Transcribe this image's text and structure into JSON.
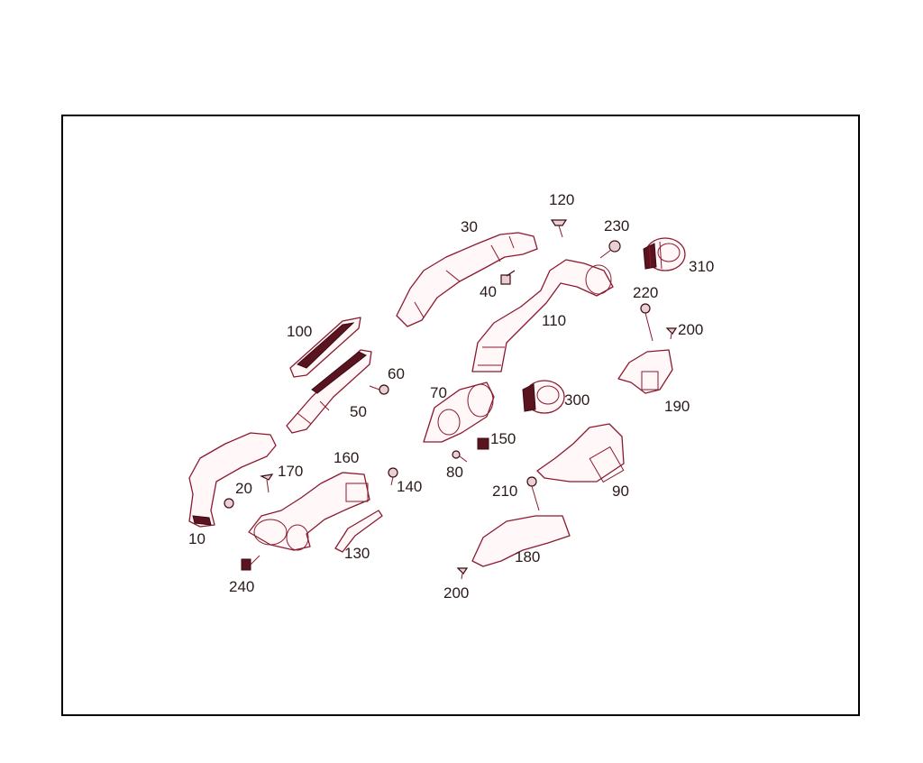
{
  "colors": {
    "line": "#8b1a2e",
    "fill": "#fff7f8",
    "frame": "#000000",
    "label": "#2a1a1a"
  },
  "labels": {
    "p10": "10",
    "p20": "20",
    "p30": "30",
    "p40": "40",
    "p50": "50",
    "p60": "60",
    "p70": "70",
    "p80": "80",
    "p90": "90",
    "p100": "100",
    "p110": "110",
    "p120": "120",
    "p130": "130",
    "p140": "140",
    "p150": "150",
    "p160": "160",
    "p170": "170",
    "p180": "180",
    "p190": "190",
    "p200a": "200",
    "p200b": "200",
    "p210": "210",
    "p220": "220",
    "p230": "230",
    "p240": "240",
    "p300": "300",
    "p310": "310"
  }
}
